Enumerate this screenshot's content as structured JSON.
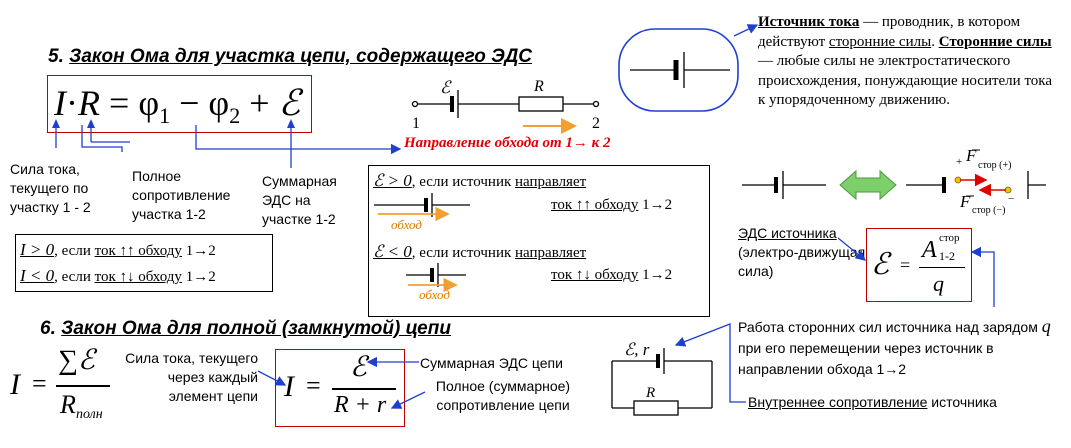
{
  "section5": {
    "number": "5.",
    "title": "Закон Ома для участка цепи, содержащего ЭДС"
  },
  "formula5": {
    "I": "I",
    "dot": "·",
    "R": "R",
    "eq": "=",
    "phi1": "φ",
    "sub1": "1",
    "minus": "−",
    "phi2": "φ",
    "sub2": "2",
    "plus": "+",
    "emf": "ℰ"
  },
  "circuit1": {
    "emf": "ℰ",
    "R": "R",
    "node1": "1",
    "node2": "2",
    "direction": "Направление обхода  от 1→ к 2"
  },
  "labels5": {
    "current": "Сила тока, текущего по участку 1 - 2",
    "resistance": "Полное сопротивление участка 1-2",
    "emf_total": "Суммарная ЭДС на участке 1-2"
  },
  "current_sign": {
    "line1_lhs": "I > 0",
    "line1_mid": ", если ",
    "line1_under": "ток ↑↑ обходу",
    "line1_tail": " 1→2",
    "line2_lhs": "I < 0",
    "line2_mid": ", если ",
    "line2_under": "ток ↑↓ обходу",
    "line2_tail": " 1→2"
  },
  "emf_sign": {
    "pos_lhs": "ℰ > 0",
    "pos_text": ", если источник ",
    "pos_under": "направляет",
    "pos_line2_under": "ток ↑↑ обходу",
    "pos_line2_tail": " 1→2",
    "neg_lhs": "ℰ < 0",
    "neg_text": ", если источник ",
    "neg_under": "направляет",
    "neg_line2_under": "ток ↑↓ обходу",
    "neg_line2_tail": " 1→2",
    "obkhod": "обход"
  },
  "source": {
    "title": "Источник тока",
    "text1": " — проводник, в котором действуют ",
    "under1": "сторонние силы",
    "text2": ".",
    "title2": "Сторонние силы",
    "text3": " — любые силы не электростатического происхождения, понуждающие носители тока к упорядоченному движению."
  },
  "forces": {
    "F": "F",
    "top_sub": "стор (+)",
    "bottom_sub": "стор (−)",
    "plus": "+",
    "minus": "−"
  },
  "emf_def": {
    "label_under": "ЭДС источника",
    "label_rest": "(электро-движущая сила)",
    "emf": "ℰ",
    "eq": "=",
    "A": "A",
    "sup": "стор",
    "sub": "1-2",
    "q": "q",
    "work": "Работа сторонних сил источника над зарядом",
    "work_q": "q",
    "work2": "при его перемещении через источник в направлении обхода 1→2"
  },
  "section6": {
    "number": "6.",
    "title": "Закон Ома для полной (замкнутой) цепи"
  },
  "formula6a": {
    "I": "I",
    "eq": "=",
    "sum": "∑ℰ",
    "R": "R",
    "sub": "полн"
  },
  "labels6": {
    "current": "Сила тока, текущего через каждый элемент цепи",
    "emf_sum": "Суммарная ЭДС цепи",
    "resistance": "Полное (суммарное) сопротивление цепи",
    "internal_under": "Внутреннее сопротивление",
    "internal_rest": " источника"
  },
  "formula6b": {
    "I": "I",
    "eq": "=",
    "emf": "ℰ",
    "den": "R + r"
  },
  "circuit2": {
    "label": "ℰ, r",
    "R": "R"
  },
  "colors": {
    "accent_blue": "#1f3fcf",
    "formula_red": "#c00000",
    "direction_red": "#e00000",
    "arrow_orange": "#f0a030",
    "green": "#7ccf6a"
  }
}
